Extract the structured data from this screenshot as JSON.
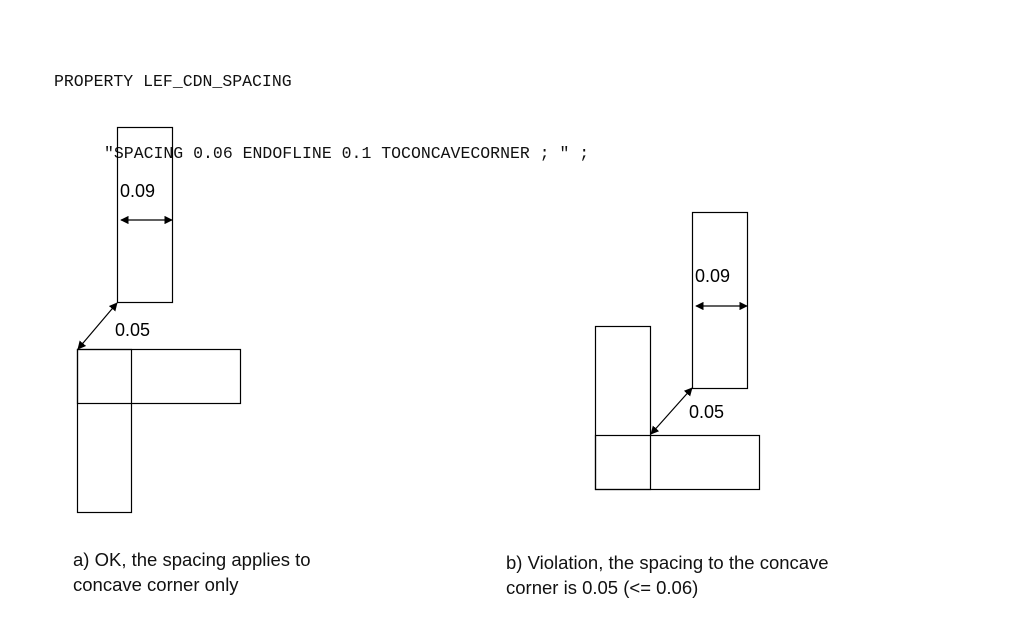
{
  "code": {
    "line1": "PROPERTY LEF_CDN_SPACING",
    "line2": "\"SPACING 0.06 ENDOFLINE 0.1 TOCONCAVECORNER ; \" ;"
  },
  "diagram_a": {
    "width_label": "0.09",
    "spacing_label": "0.05",
    "caption_line1": "a) OK, the spacing applies to",
    "caption_line2": "concave corner only"
  },
  "diagram_b": {
    "width_label": "0.09",
    "spacing_label": "0.05",
    "caption_line1": "b) Violation, the spacing to the concave",
    "caption_line2": "corner is 0.05 (<= 0.06)"
  },
  "colors": {
    "stroke": "#000000",
    "background": "#ffffff"
  }
}
